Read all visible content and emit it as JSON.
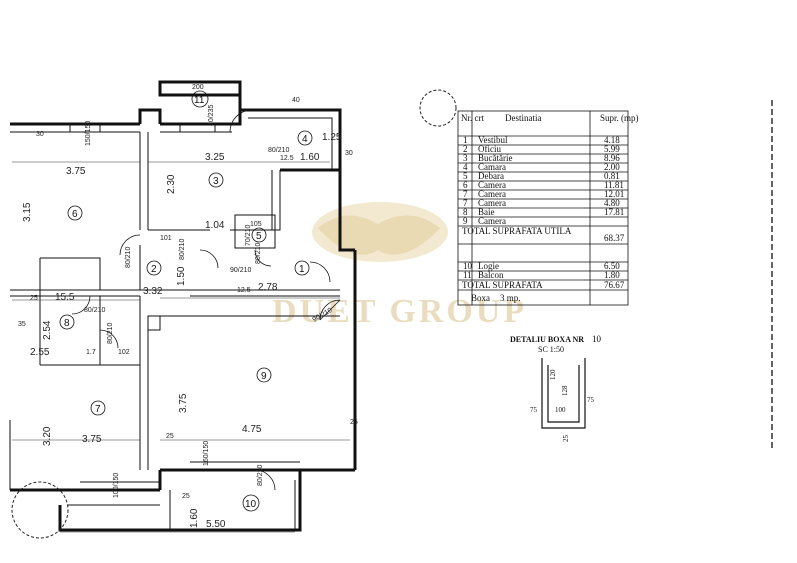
{
  "table": {
    "headers": [
      "Nr. crt",
      "Destinatia",
      "Supr. (mp)"
    ],
    "rows": [
      {
        "nr": "1",
        "name": "Vestibul",
        "area": "4.18"
      },
      {
        "nr": "2",
        "name": "Oficiu",
        "area": "5.99"
      },
      {
        "nr": "3",
        "name": "Bucătărie",
        "area": "8.96"
      },
      {
        "nr": "4",
        "name": "Camara",
        "area": "2.00"
      },
      {
        "nr": "5",
        "name": "Debara",
        "area": "0.81"
      },
      {
        "nr": "6",
        "name": "Camera",
        "area": "11.81"
      },
      {
        "nr": "7",
        "name": "Camera",
        "area": "12.01"
      },
      {
        "nr": "7",
        "name": "Camera",
        "area": "4.80"
      },
      {
        "nr": "8",
        "name": "Baie",
        "area": "17.81"
      },
      {
        "nr": "9",
        "name": "Camera",
        "area": ""
      }
    ],
    "total_utila_label": "TOTAL SUPRAFATA UTILA",
    "total_utila_value": "68.37",
    "extra_rows": [
      {
        "nr": "10",
        "name": "Logie",
        "area": "6.50"
      },
      {
        "nr": "11",
        "name": "Balcon",
        "area": "1.80"
      }
    ],
    "total_label": "TOTAL SUPRAFATA",
    "total_value": "76.67",
    "box_label": "Boxa",
    "box_value": "3 mp."
  },
  "detail": {
    "title": "DETALIU BOXA NR",
    "number": "10",
    "scale": "SC 1:50",
    "dims": [
      "100",
      "128",
      "120",
      "75",
      "75",
      "25"
    ]
  },
  "plan": {
    "rooms": [
      "1",
      "2",
      "3",
      "4",
      "5",
      "6",
      "7",
      "8",
      "9",
      "10",
      "11"
    ],
    "dimensions": [
      "3.75",
      "3.25",
      "1.60",
      "1.25",
      "2.30",
      "3.15",
      "1.04",
      "1.50",
      "3.32",
      "2.78",
      "15.5",
      "2.54",
      "2.55",
      "3.75",
      "3.20",
      "3.75",
      "4.75",
      "5.50",
      "1.60",
      "200"
    ],
    "small_labels": [
      "150/150",
      "80/235",
      "80/210",
      "80/210",
      "80/210",
      "80/210",
      "90/210",
      "70/210",
      "90/210",
      "80/210",
      "80/210",
      "160/150",
      "80/210",
      "100/150",
      "101",
      "105",
      "12.5",
      "12.5",
      "1.7",
      "102",
      "25",
      "30",
      "30",
      "25",
      "25",
      "35",
      "25",
      "40"
    ]
  },
  "watermark": "DUET GROUP"
}
